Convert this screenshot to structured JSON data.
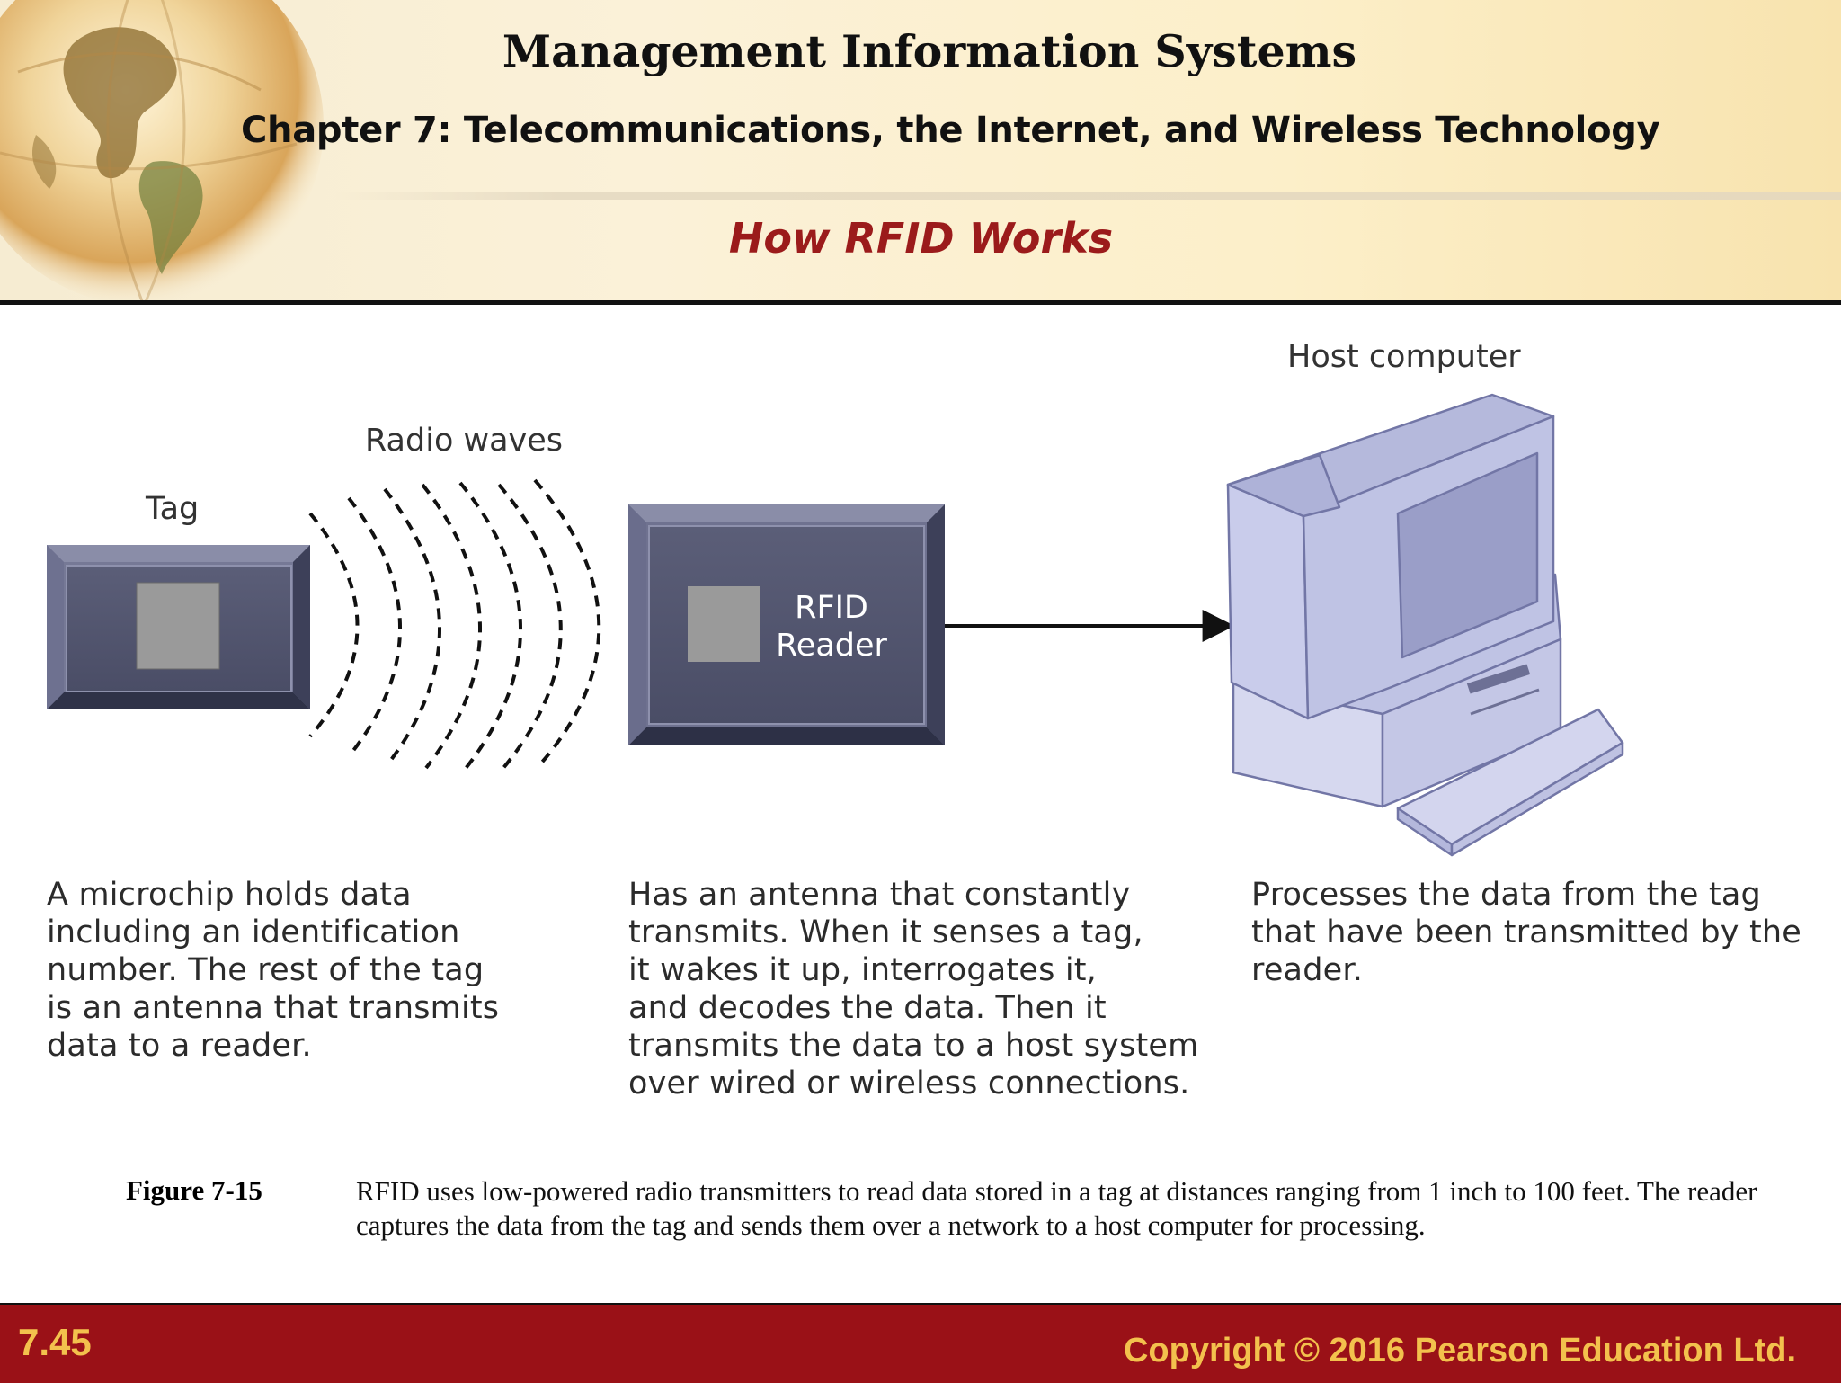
{
  "header": {
    "title": "Management Information Systems",
    "chapter": "Chapter 7: Telecommunications, the Internet, and Wireless Technology",
    "slide_title": "How RFID Works"
  },
  "diagram": {
    "tag_label": "Tag",
    "radio_waves_label": "Radio waves",
    "reader_label_line1": "RFID",
    "reader_label_line2": "Reader",
    "host_label": "Host computer",
    "tag_description": "A microchip holds data\nincluding an identification\nnumber. The rest of the tag\nis an antenna that transmits\ndata to a reader.",
    "reader_description": "Has an antenna that constantly\ntransmits. When it senses a tag,\nit wakes it up, interrogates it,\nand decodes the data. Then it\ntransmits the data to a host system\nover wired or wireless connections.",
    "host_description": "Processes the data from the tag\nthat have been transmitted by the\nreader."
  },
  "caption": {
    "number": "Figure 7-15",
    "text": "RFID uses low-powered radio transmitters to read data stored in a tag at distances ranging from 1 inch to 100 feet. The reader captures the data from the tag and sends them over a network to a host computer for processing."
  },
  "footer": {
    "slide_number": "7.45",
    "copyright": "Copyright © 2016 Pearson Education Ltd."
  },
  "colors": {
    "accent_red": "#9b1b1b",
    "footer_bg": "#9a1117",
    "footer_text": "#f3c14d",
    "device_dark": "#4a4d68",
    "computer_fill": "#c7cae6"
  },
  "icons": [
    "globe-icon",
    "rfid-tag-icon",
    "radio-waves-icon",
    "rfid-reader-icon",
    "arrow-icon",
    "host-computer-icon"
  ]
}
